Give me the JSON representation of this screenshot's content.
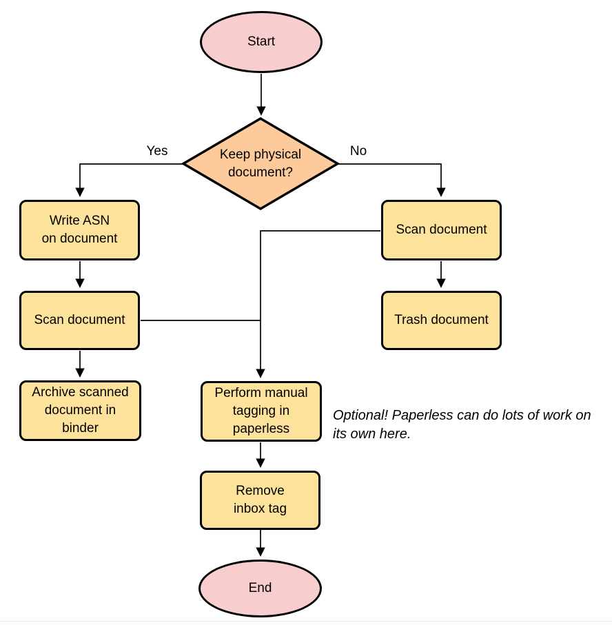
{
  "colors": {
    "c-pink": "#F8CDCE",
    "c-orange": "#FDCB9B",
    "c-yellow": "#FCE29A",
    "c-stroke": "#000000",
    "c-line": "#000000",
    "c-divider": "#E7E7E7"
  },
  "nodes": {
    "start": {
      "label": "Start"
    },
    "decision": {
      "label": "Keep physical\ndocument?"
    },
    "write_asn": {
      "label": "Write ASN\non document"
    },
    "scan_left": {
      "label": "Scan document"
    },
    "archive": {
      "label": "Archive scanned\ndocument in\nbinder"
    },
    "scan_right": {
      "label": "Scan document"
    },
    "trash": {
      "label": "Trash document"
    },
    "tagging": {
      "label": "Perform manual\ntagging in\npaperless"
    },
    "remove_inbox": {
      "label": "Remove\ninbox tag"
    },
    "end": {
      "label": "End"
    }
  },
  "edge_labels": {
    "yes": "Yes",
    "no": "No"
  },
  "annotation": {
    "text": "Optional! Paperless can do lots of work on\nits own here."
  }
}
